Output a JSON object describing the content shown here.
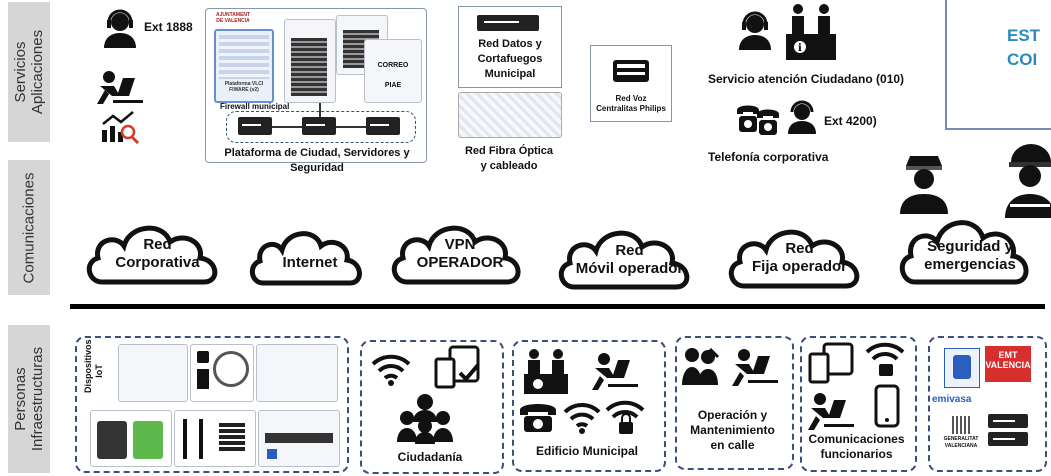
{
  "bands": {
    "servicios": "Servicios\nAplicaciones",
    "comunicaciones": "Comunicaciones",
    "personas": "Personas\nInfraestructuras"
  },
  "services": {
    "ext_1888": "Ext 1888",
    "ayuntamiento": "AJUNTAMENT\nDE VALENCIA",
    "plataforma_vlci": "Plataforma VLCI\nFIWARE (v2)",
    "correo": "CORREO",
    "piae": "PIAE",
    "firewall": "Firewall municipal",
    "plataforma_ciudad": "Plataforma de Ciudad, Servidores y  Seguridad",
    "red_datos": "Red Datos y\nCortafuegos\nMunicipal",
    "red_fibra": "Red Fibra Óptica\ny cableado",
    "red_voz": "Red Voz\nCentralitas Philips",
    "servicio_atencion": "Servicio atención Ciudadano (010)",
    "ext_4200": "Ext 4200)",
    "telefonia": "Telefonía corporativa",
    "callout_partial": "EST\nCOI"
  },
  "clouds": [
    "Red\nCorporativa",
    "Internet",
    "VPN\nOPERADOR",
    "Red\nMóvil operador",
    "Red\nFija operador",
    "Seguridad y\nemergencias"
  ],
  "people": {
    "dispositivos": "Dispositivos\nIoT",
    "ciudadania": "Ciudadanía",
    "edificio": "Edificio Municipal",
    "operacion": "Operación y\nMantenimiento\nen calle",
    "comunicaciones_func": "Comunicaciones\nfuncionarios",
    "emt": "EMT\nVALENCIA",
    "emivasa": "emivasa",
    "generalitat": "GENERALITAT\nVALENCIANA"
  },
  "colors": {
    "accent_blue": "#3a4f7a",
    "band_gray": "#d6d6d6",
    "callout_teal": "#2b8bbf",
    "emt_red": "#d72e2e"
  }
}
